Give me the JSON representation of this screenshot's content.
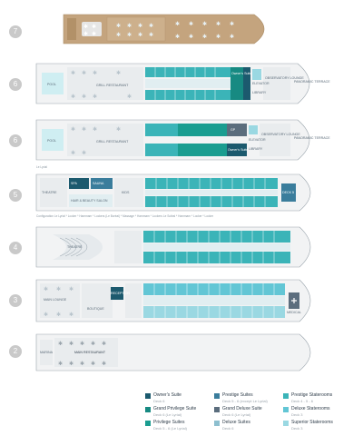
{
  "decks": [
    {
      "num": "7",
      "labels": {}
    },
    {
      "num": "6",
      "labels": {
        "pool": "POOL",
        "grill": "GRILL RESTAURANT",
        "owners": "Owner's Suite",
        "elevator": "ELEVATOR",
        "observatory": "OBSERVATORY LOUNGE",
        "library": "LIBRARY",
        "terrace": "PANORAMIC TERRACE"
      }
    },
    {
      "num": "6",
      "labels": {
        "pool": "POOL",
        "grill": "GRILL RESTAURANT",
        "gp": "GP",
        "owners": "Owner's Suite",
        "elevator": "ELEVATOR",
        "observatory": "OBSERVATORY LOUNGE",
        "library": "LIBRARY",
        "terrace": "PANORAMIC TERRACE",
        "note": "Le Lyrial"
      }
    },
    {
      "num": "5",
      "labels": {
        "theatre": "THEATRE",
        "spa": "SPA",
        "sauna": "SAUNA",
        "hairsalon": "HAIR & BEAUTY SALON",
        "kids": "KIDS",
        "deck5": "DECK 5",
        "config": "Configuration Le Lyrial * Locker * Hammam * Lockers (Le Boréal) * Massage * Hammam * Lockers Le Soléal * Hammam * Locker * Locker"
      }
    },
    {
      "num": "4",
      "labels": {
        "theatre": "THEATRE"
      }
    },
    {
      "num": "3",
      "labels": {
        "lounge": "MAIN LOUNGE",
        "reception": "RECEPTION",
        "boutique": "BOUTIQUE",
        "medical": "MEDICAL"
      }
    },
    {
      "num": "2",
      "labels": {
        "marina": "MARINA",
        "restaurant": "MAIN RESTAURANT"
      }
    }
  ],
  "legend": [
    {
      "name": "Owner's Suite",
      "deck": "Deck 6",
      "color": "#1c5a6e"
    },
    {
      "name": "Grand Privilege Suite",
      "deck": "Deck 6 (Le Lyrial)",
      "color": "#178a82"
    },
    {
      "name": "Privilege Suites",
      "deck": "Deck 5 - 6 (Le Lyrial)",
      "color": "#1a9d90"
    },
    {
      "name": "Prestige Suites",
      "deck": "Deck 5 - 6 (except Le Lyrial)",
      "color": "#3a7d9c"
    },
    {
      "name": "Grand Deluxe Suite",
      "deck": "Deck 6 (Le Lyrial)",
      "color": "#5b6d7d"
    },
    {
      "name": "Deluxe Suites",
      "deck": "Deck 6",
      "color": "#8dbfcf"
    },
    {
      "name": "Prestige Staterooms",
      "deck": "Deck 4 - 5 - 6",
      "color": "#3bb4b8"
    },
    {
      "name": "Deluxe Staterooms",
      "deck": "Deck 3",
      "color": "#62c6d5"
    },
    {
      "name": "Superior Staterooms",
      "deck": "Deck 3",
      "color": "#9ad8e2"
    }
  ],
  "colors": {
    "teak": "#c4a47e",
    "teakDark": "#a88a63",
    "hull": "#f2f3f4",
    "hullLine": "#9aa4ac",
    "teal": "#3bb4b8",
    "darkTeal": "#178a82",
    "navy": "#1c5a6e",
    "light": "#9ad8e2",
    "lighter": "#cfeef2",
    "grey": "#7c8b98"
  }
}
